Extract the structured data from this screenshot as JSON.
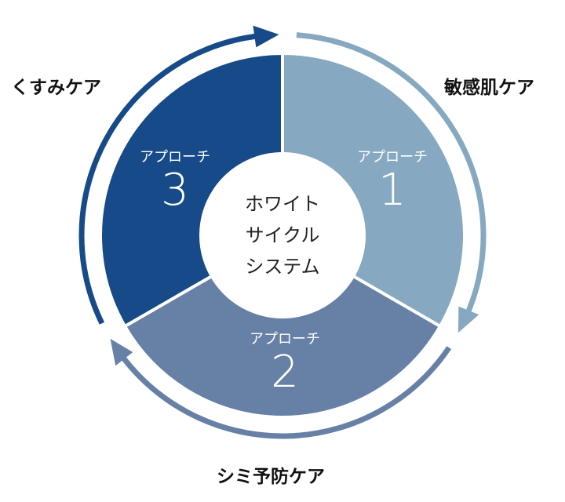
{
  "center": {
    "lines": [
      "ホワイト",
      "サイクル",
      "システム"
    ]
  },
  "segments": [
    {
      "approach": "アプローチ",
      "number": "1",
      "care": "敏感肌ケア",
      "color": "#86a9c1"
    },
    {
      "approach": "アプローチ",
      "number": "2",
      "care": "シミ予防ケア",
      "color": "#6781a6"
    },
    {
      "approach": "アプローチ",
      "number": "3",
      "care": "くすみケア",
      "color": "#174a88"
    }
  ],
  "colors": {
    "divider": "#ffffff",
    "center_fill": "#ffffff",
    "text": "#111111"
  }
}
